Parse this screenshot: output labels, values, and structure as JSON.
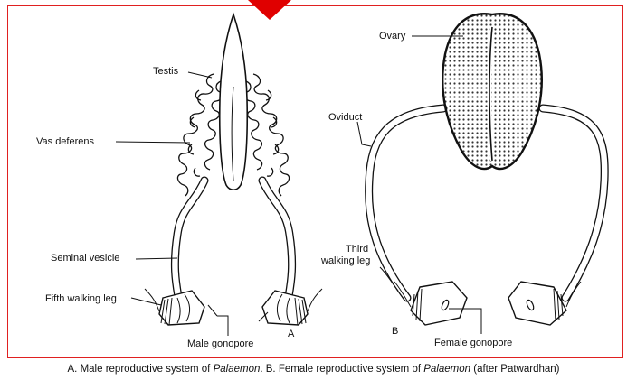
{
  "labels": {
    "testis": "Testis",
    "vas_deferens": "Vas deferens",
    "seminal_vesicle": "Seminal vesicle",
    "fifth_walking_leg": "Fifth walking leg",
    "male_gonopore": "Male gonopore",
    "panel_a": "A",
    "ovary": "Ovary",
    "oviduct": "Oviduct",
    "third_walking_leg_line1": "Third",
    "third_walking_leg_line2": "walking leg",
    "female_gonopore": "Female gonopore",
    "panel_b": "B"
  },
  "caption": {
    "part1": "A. Male reproductive system of ",
    "species1": "Palaemon",
    "part2": ". B. Female reproductive system of ",
    "species2": "Palaemon",
    "part3": " (after Patwardhan)"
  },
  "colors": {
    "frame": "#e02020",
    "marker": "#e00000",
    "ink": "#111111"
  }
}
